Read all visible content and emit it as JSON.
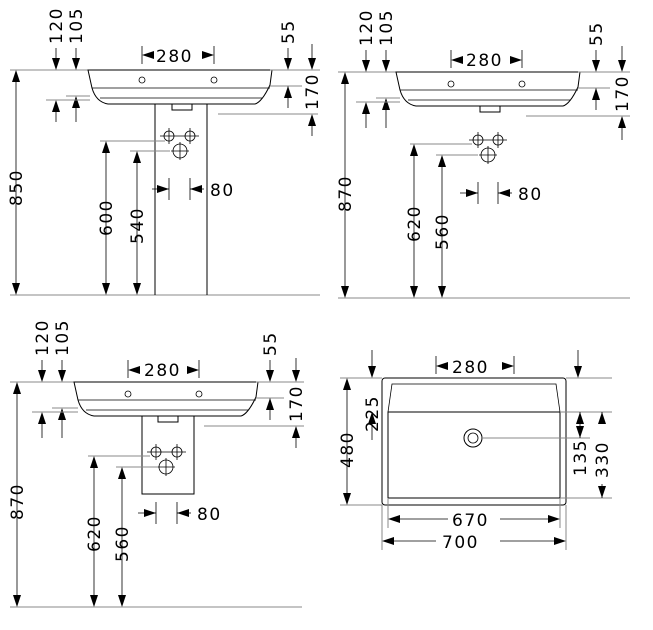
{
  "views": {
    "pedestal_850": {
      "top_depth_a": "120",
      "top_depth_b": "105",
      "tap_spacing": "280",
      "rim_thickness": "55",
      "basin_depth": "170",
      "rim_height": "850",
      "drain_height": "600",
      "supply_height": "540",
      "pedestal_offset": "80"
    },
    "wall_hung_870": {
      "top_depth_a": "120",
      "top_depth_b": "105",
      "tap_spacing": "280",
      "rim_thickness": "55",
      "basin_depth": "170",
      "rim_height": "870",
      "drain_height": "620",
      "supply_height": "560",
      "pedestal_offset": "80"
    },
    "semi_pedestal_870": {
      "top_depth_a": "120",
      "top_depth_b": "105",
      "tap_spacing": "280",
      "rim_thickness": "55",
      "basin_depth": "170",
      "rim_height": "870",
      "drain_height": "620",
      "supply_height": "560",
      "pedestal_offset": "80"
    },
    "top_view": {
      "tap_spacing": "280",
      "depth_total": "480",
      "depth_back": "225",
      "drain_offset": "135",
      "bowl_depth": "330",
      "bowl_width": "670",
      "overall_width": "700"
    }
  }
}
